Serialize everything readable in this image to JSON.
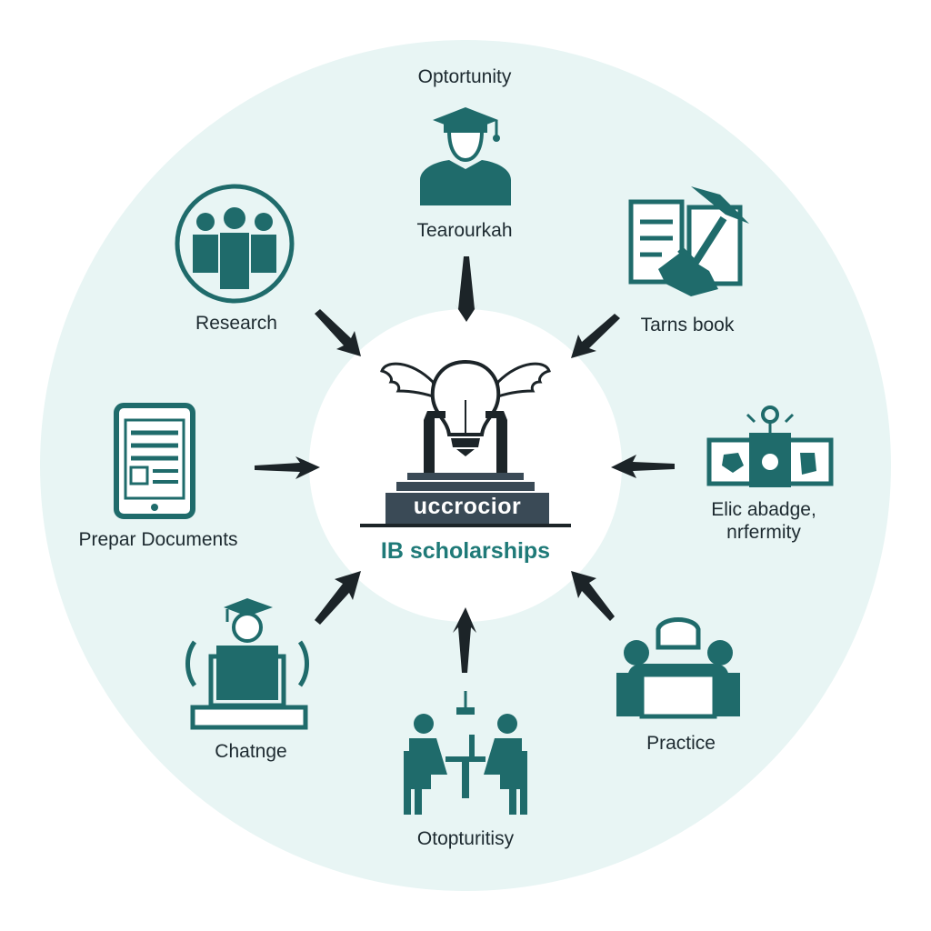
{
  "colors": {
    "teal": "#1f6b6b",
    "background_circle": "#e8f5f4",
    "center_circle": "#ffffff",
    "arrow": "#1c2428",
    "center_bar": "#3a4a56",
    "title": "#1f7a78"
  },
  "center": {
    "badge_text": "uccrocior",
    "title": "IB scholarships",
    "icon": "winged-lightbulb-icon"
  },
  "nodes": [
    {
      "id": "top",
      "label": "Optortunity",
      "sublabel": "Tearourkah",
      "icon": "graduate-person-icon"
    },
    {
      "id": "top-left",
      "label": "Research",
      "icon": "people-group-icon"
    },
    {
      "id": "top-right",
      "label": "Tarns book",
      "icon": "document-checkmark-icon"
    },
    {
      "id": "left",
      "label": "Prepar Documents",
      "icon": "tablet-document-icon"
    },
    {
      "id": "right",
      "label": "Elic abadge, nrfermity",
      "icon": "badge-board-icon"
    },
    {
      "id": "bottom-left",
      "label": "Chatnge",
      "icon": "graduate-laptop-icon"
    },
    {
      "id": "bottom",
      "label": "Otopturitisy",
      "icon": "interview-table-icon"
    },
    {
      "id": "bottom-right",
      "label": "Practice",
      "icon": "presentation-audience-icon"
    }
  ]
}
